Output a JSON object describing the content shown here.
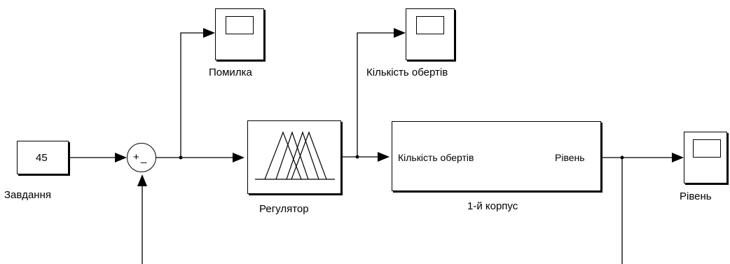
{
  "blocks": {
    "constant": {
      "value": "45",
      "label": "Завдання"
    },
    "sum": {
      "sign_plus": "+",
      "sign_minus": "_"
    },
    "scope_error": {
      "label": "Помилка"
    },
    "controller": {
      "label": "Регулятор"
    },
    "scope_speed": {
      "label": "Кількість обертів"
    },
    "plant": {
      "input_port": "Кількість обертів",
      "output_port": "Рівень",
      "label": "1-й корпус"
    },
    "scope_level": {
      "label": "Рівень"
    }
  }
}
